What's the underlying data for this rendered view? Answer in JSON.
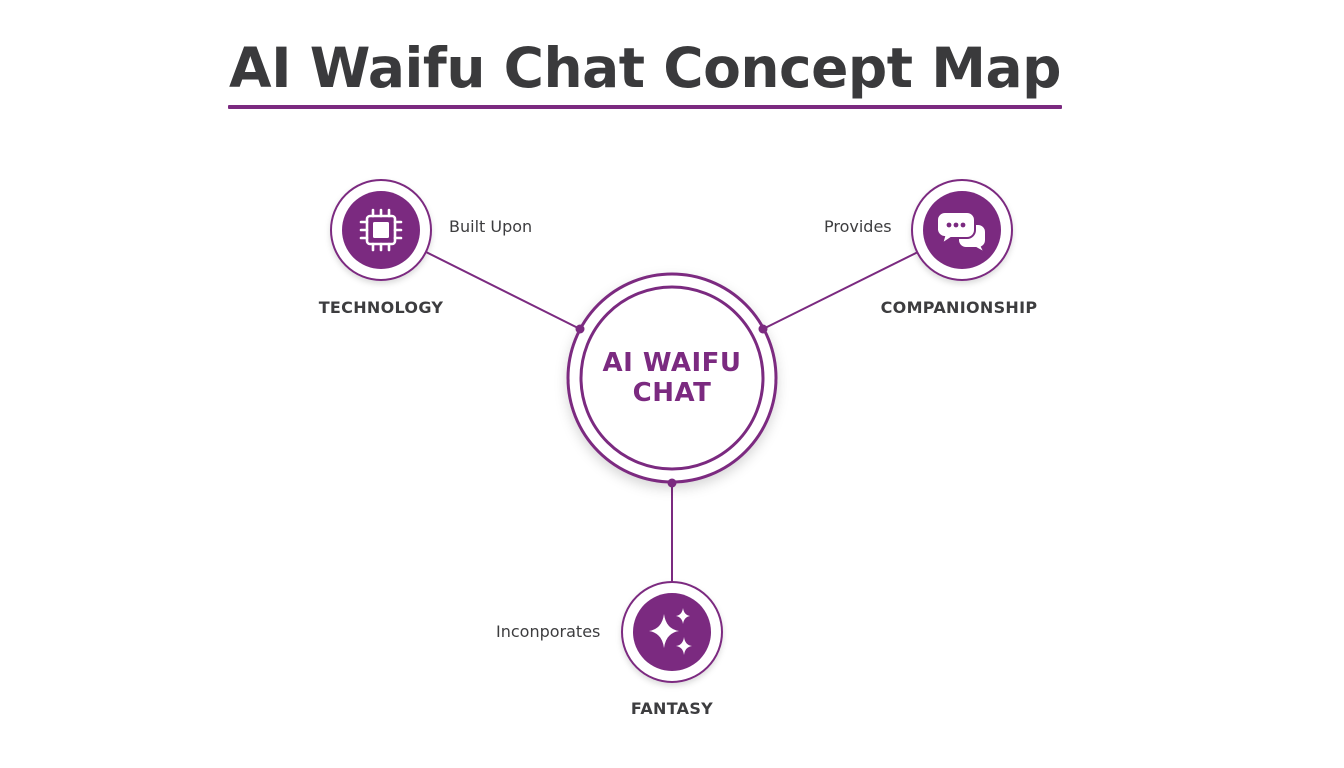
{
  "title": "AI Waifu Chat Concept Map",
  "colors": {
    "accent": "#7b2a80",
    "text": "#3a3a3c",
    "background": "#ffffff"
  },
  "center": {
    "line1": "AI WAIFU",
    "line2": "CHAT"
  },
  "nodes": [
    {
      "label": "TECHNOLOGY",
      "relation": "Built Upon",
      "icon": "microchip-icon"
    },
    {
      "label": "COMPANIONSHIP",
      "relation": "Provides",
      "icon": "chat-bubbles-icon"
    },
    {
      "label": "FANTASY",
      "relation": "Inconporates",
      "icon": "sparkles-icon"
    }
  ]
}
